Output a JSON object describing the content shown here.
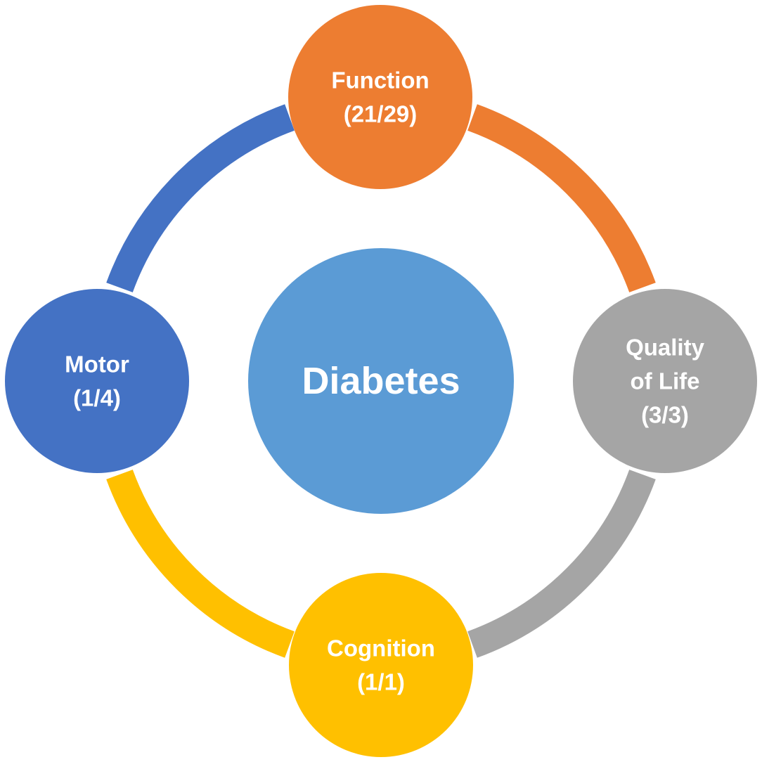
{
  "center": {
    "label": "Diabetes",
    "color": "#5B9BD5"
  },
  "nodes": [
    {
      "id": "function",
      "lines": [
        "Function",
        "(21/29)"
      ],
      "color": "#ED7D31"
    },
    {
      "id": "quality-of-life",
      "lines": [
        "Quality",
        "of Life",
        "(3/3)"
      ],
      "color": "#A5A5A5"
    },
    {
      "id": "cognition",
      "lines": [
        "Cognition",
        "(1/1)"
      ],
      "color": "#FFC000"
    },
    {
      "id": "motor",
      "lines": [
        "Motor",
        "(1/4)"
      ],
      "color": "#4472C4"
    }
  ],
  "arcs": [
    {
      "id": "function-to-quality",
      "color": "#ED7D31"
    },
    {
      "id": "quality-to-cognition",
      "color": "#A5A5A5"
    },
    {
      "id": "cognition-to-motor",
      "color": "#FFC000"
    },
    {
      "id": "motor-to-function",
      "color": "#4472C4"
    }
  ]
}
